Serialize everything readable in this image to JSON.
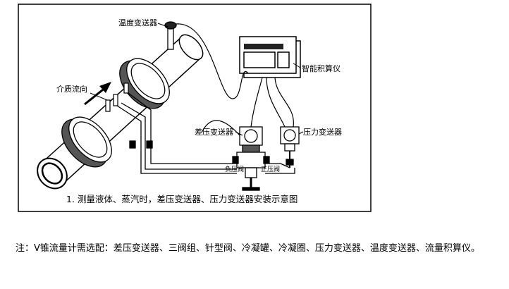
{
  "diagram": {
    "labels": {
      "temperature_transmitter": "温度变送器",
      "flow_computer": "智能积算仪",
      "flow_direction": "介质流向",
      "dp_transmitter": "差压变送器",
      "pressure_transmitter": "压力变送器",
      "negative_valve": "负压阀",
      "positive_valve": "正压阀"
    },
    "caption": "1. 测量液体、蒸汽时，差压变送器、压力变送器安装示意图"
  },
  "note": "注：V锥流量计需选配：差压变送器、三阀组、针型阀、冷凝罐、冷凝圈、压力变送器、温度变送器、流量积算仪。",
  "colors": {
    "line": "#000000",
    "device_screen": "#ffffff"
  }
}
